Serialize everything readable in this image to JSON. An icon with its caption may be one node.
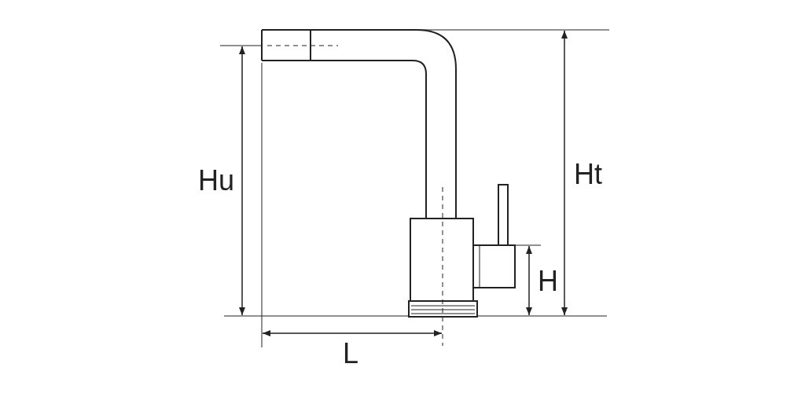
{
  "diagram": {
    "labels": [
      "Hu",
      "Ht",
      "H",
      "L"
    ]
  }
}
